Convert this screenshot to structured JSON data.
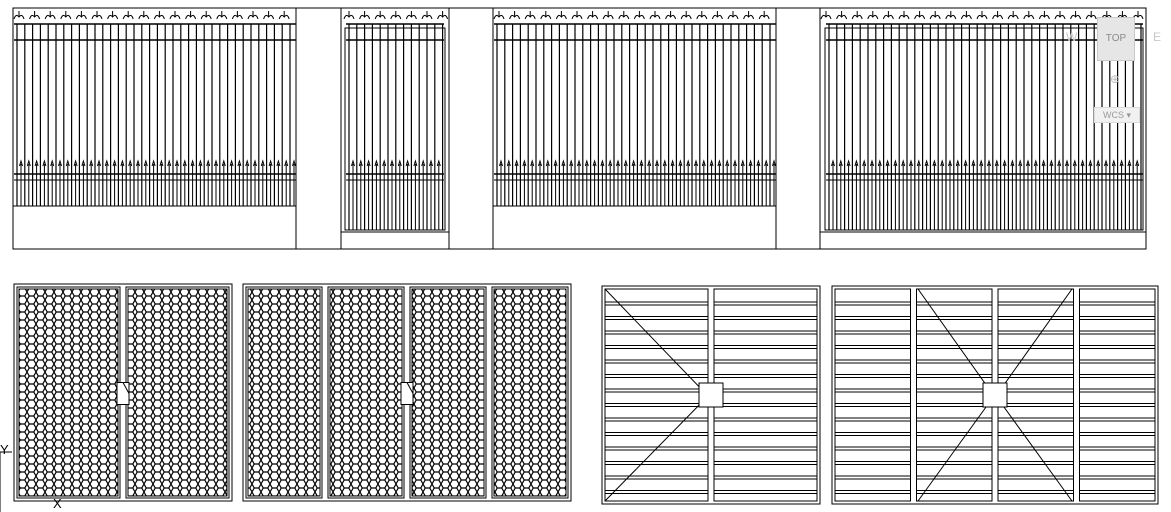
{
  "viewcube": {
    "face": "TOP",
    "west": "W",
    "east": "E",
    "wcs": "WCS",
    "ucs_icon": "ucs-icon",
    "wcs_arrow": "chevron-down-icon"
  },
  "ucs": {
    "y_label": "Y",
    "x_label": "X"
  },
  "colors": {
    "background": "#ffffff",
    "line": "#000000",
    "viewcube": "#e6e6e6"
  },
  "drawing": {
    "top_fence": [
      "fence-panel-1",
      "gate-small-1",
      "fence-panel-2",
      "fence-panel-3"
    ],
    "bottom_gates": [
      "mesh-gate-double",
      "mesh-gate-quad",
      "louver-gate-double",
      "louver-gate-quad"
    ]
  }
}
